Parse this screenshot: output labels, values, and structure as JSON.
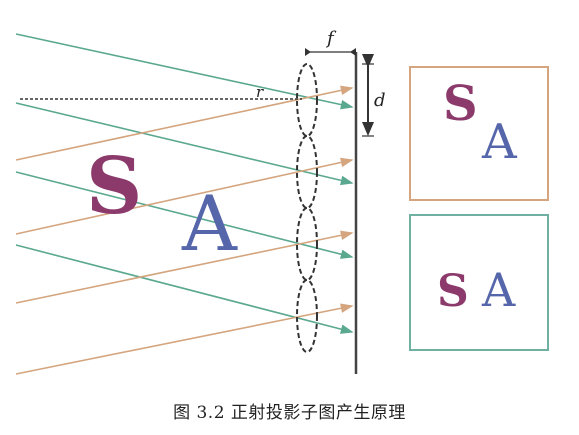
{
  "labels": {
    "f": "f",
    "d": "d",
    "r": "r"
  },
  "scene_text": {
    "s": "S",
    "a": "A"
  },
  "panels": {
    "top": {
      "s": "S",
      "a": "A"
    },
    "bottom": {
      "s": "S",
      "a": "A"
    }
  },
  "caption": "图 3.2 正射投影子图产生原理",
  "colors": {
    "green_ray": "#5aa88f",
    "tan_ray": "#d4a57e",
    "s_letter": "#8b3a6b",
    "a_letter": "#5566aa",
    "lens": "#333333",
    "sensor": "#444444",
    "panel_top_border": "#d4a57e",
    "panel_bottom_border": "#6fb0a0"
  }
}
